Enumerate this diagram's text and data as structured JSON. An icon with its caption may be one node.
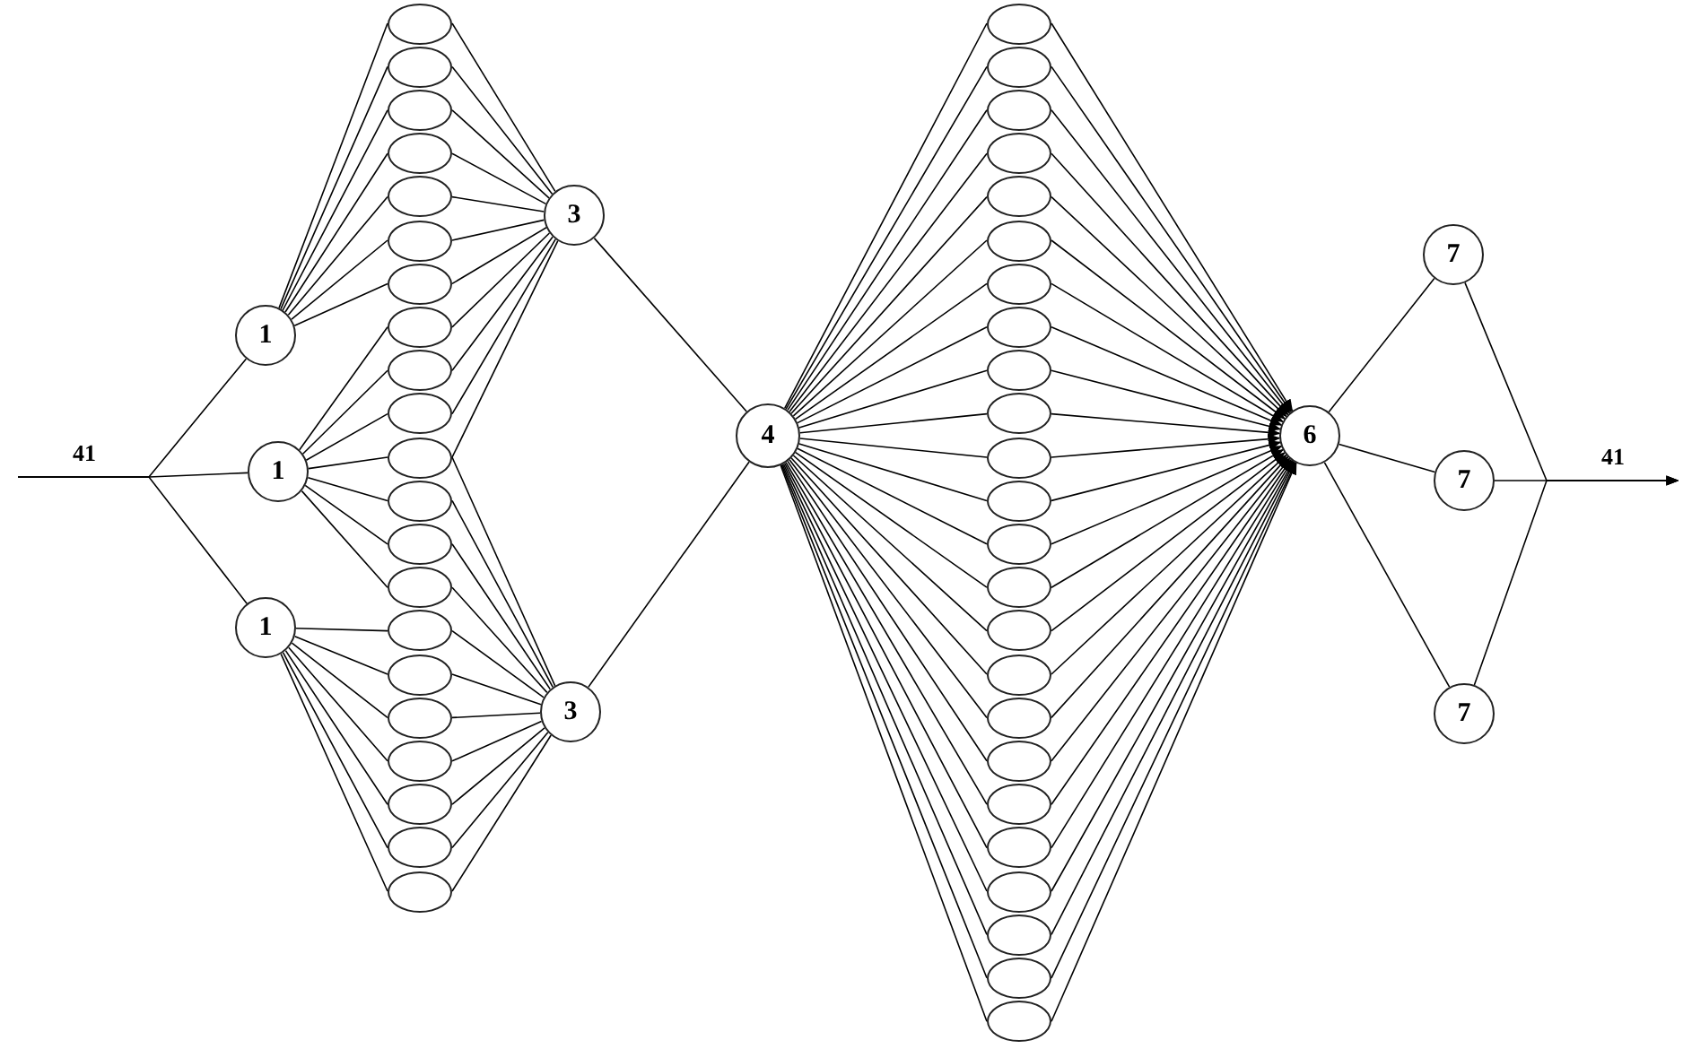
{
  "diagram": {
    "nodes": [
      {
        "text": [
          "1"
        ]
      },
      {
        "text": [
          "1"
        ]
      },
      {
        "text": [
          "1"
        ]
      },
      {
        "text": [],
        "shape": "ellipse"
      },
      {
        "text": [],
        "shape": "ellipse"
      },
      {
        "text": [],
        "shape": "ellipse"
      },
      {
        "text": [],
        "shape": "ellipse"
      },
      {
        "text": [],
        "shape": "ellipse"
      },
      {
        "text": [],
        "shape": "ellipse"
      },
      {
        "text": [],
        "shape": "ellipse"
      },
      {
        "text": [],
        "shape": "ellipse"
      },
      {
        "text": [],
        "shape": "ellipse"
      },
      {
        "text": [],
        "shape": "ellipse"
      },
      {
        "text": [],
        "shape": "ellipse"
      },
      {
        "text": [],
        "shape": "ellipse"
      },
      {
        "text": [],
        "shape": "ellipse"
      },
      {
        "text": [],
        "shape": "ellipse"
      },
      {
        "text": [],
        "shape": "ellipse"
      },
      {
        "text": [],
        "shape": "ellipse"
      },
      {
        "text": [],
        "shape": "ellipse"
      },
      {
        "text": [],
        "shape": "ellipse"
      },
      {
        "text": [],
        "shape": "ellipse"
      },
      {
        "text": [],
        "shape": "ellipse"
      },
      {
        "text": [],
        "shape": "ellipse"
      },
      {
        "text": [
          "3"
        ]
      },
      {
        "text": [
          "3"
        ]
      },
      {
        "text": [
          "4"
        ]
      },
      {
        "text": [],
        "shape": "ellipse"
      },
      {
        "text": [],
        "shape": "ellipse"
      },
      {
        "text": [],
        "shape": "ellipse"
      },
      {
        "text": [],
        "shape": "ellipse"
      },
      {
        "text": [],
        "shape": "ellipse"
      },
      {
        "text": [],
        "shape": "ellipse"
      },
      {
        "text": [],
        "shape": "ellipse"
      },
      {
        "text": [],
        "shape": "ellipse"
      },
      {
        "text": [],
        "shape": "ellipse"
      },
      {
        "text": [],
        "shape": "ellipse"
      },
      {
        "text": [],
        "shape": "ellipse"
      },
      {
        "text": [],
        "shape": "ellipse"
      },
      {
        "text": [],
        "shape": "ellipse"
      },
      {
        "text": [],
        "shape": "ellipse"
      },
      {
        "text": [],
        "shape": "ellipse"
      },
      {
        "text": [],
        "shape": "ellipse"
      },
      {
        "text": [],
        "shape": "ellipse"
      },
      {
        "text": [],
        "shape": "ellipse"
      },
      {
        "text": [],
        "shape": "ellipse"
      },
      {
        "text": [],
        "shape": "ellipse"
      },
      {
        "text": [],
        "shape": "ellipse"
      },
      {
        "text": [],
        "shape": "ellipse"
      },
      {
        "text": [],
        "shape": "ellipse"
      },
      {
        "text": [],
        "shape": "ellipse"
      },
      {
        "text": [
          "6"
        ]
      },
      {
        "text": [
          "7"
        ]
      },
      {
        "text": [
          "7"
        ]
      },
      {
        "text": [
          "7"
        ]
      }
    ],
    "edges": [
      {
        "from": null,
        "to": 0,
        "arrow": "none"
      },
      {
        "from": null,
        "to": 1,
        "arrow": "none",
        "label": "41"
      },
      {
        "from": null,
        "to": 2,
        "arrow": "none"
      },
      {
        "from": 0,
        "to": 3,
        "arrow": "none"
      },
      {
        "from": 0,
        "to": 4,
        "arrow": "none"
      },
      {
        "from": 0,
        "to": 5,
        "arrow": "none"
      },
      {
        "from": 0,
        "to": 6,
        "arrow": "none"
      },
      {
        "from": 0,
        "to": 7,
        "arrow": "none"
      },
      {
        "from": 0,
        "to": 8,
        "arrow": "none"
      },
      {
        "from": 0,
        "to": 9,
        "arrow": "none"
      },
      {
        "from": 1,
        "to": 10,
        "arrow": "none"
      },
      {
        "from": 1,
        "to": 11,
        "arrow": "none"
      },
      {
        "from": 1,
        "to": 12,
        "arrow": "none"
      },
      {
        "from": 1,
        "to": 13,
        "arrow": "none"
      },
      {
        "from": 1,
        "to": 14,
        "arrow": "none"
      },
      {
        "from": 1,
        "to": 15,
        "arrow": "none"
      },
      {
        "from": 1,
        "to": 16,
        "arrow": "none"
      },
      {
        "from": 2,
        "to": 17,
        "arrow": "none"
      },
      {
        "from": 2,
        "to": 18,
        "arrow": "none"
      },
      {
        "from": 2,
        "to": 19,
        "arrow": "none"
      },
      {
        "from": 2,
        "to": 20,
        "arrow": "none"
      },
      {
        "from": 2,
        "to": 21,
        "arrow": "none"
      },
      {
        "from": 2,
        "to": 22,
        "arrow": "none"
      },
      {
        "from": 2,
        "to": 23,
        "arrow": "none"
      },
      {
        "from": 3,
        "to": 24,
        "arrow": "none"
      },
      {
        "from": 4,
        "to": 24,
        "arrow": "none"
      },
      {
        "from": 5,
        "to": 24,
        "arrow": "none"
      },
      {
        "from": 6,
        "to": 24,
        "arrow": "none"
      },
      {
        "from": 7,
        "to": 24,
        "arrow": "none"
      },
      {
        "from": 8,
        "to": 24,
        "arrow": "none"
      },
      {
        "from": 9,
        "to": 24,
        "arrow": "none"
      },
      {
        "from": 10,
        "to": 24,
        "arrow": "none"
      },
      {
        "from": 11,
        "to": 24,
        "arrow": "none"
      },
      {
        "from": 12,
        "to": 24,
        "arrow": "none"
      },
      {
        "from": 13,
        "to": 24,
        "arrow": "none"
      },
      {
        "from": 13,
        "to": 25,
        "arrow": "none"
      },
      {
        "from": 14,
        "to": 25,
        "arrow": "none"
      },
      {
        "from": 15,
        "to": 25,
        "arrow": "none"
      },
      {
        "from": 16,
        "to": 25,
        "arrow": "none"
      },
      {
        "from": 17,
        "to": 25,
        "arrow": "none"
      },
      {
        "from": 18,
        "to": 25,
        "arrow": "none"
      },
      {
        "from": 19,
        "to": 25,
        "arrow": "none"
      },
      {
        "from": 20,
        "to": 25,
        "arrow": "none"
      },
      {
        "from": 21,
        "to": 25,
        "arrow": "none"
      },
      {
        "from": 22,
        "to": 25,
        "arrow": "none"
      },
      {
        "from": 23,
        "to": 25,
        "arrow": "none"
      },
      {
        "from": 24,
        "to": 26,
        "arrow": "none"
      },
      {
        "from": 25,
        "to": 26,
        "arrow": "none"
      },
      {
        "from": 26,
        "to": 27,
        "arrow": "none"
      },
      {
        "from": 26,
        "to": 28,
        "arrow": "none"
      },
      {
        "from": 26,
        "to": 29,
        "arrow": "none"
      },
      {
        "from": 26,
        "to": 30,
        "arrow": "none"
      },
      {
        "from": 26,
        "to": 31,
        "arrow": "none"
      },
      {
        "from": 26,
        "to": 32,
        "arrow": "none"
      },
      {
        "from": 26,
        "to": 33,
        "arrow": "none"
      },
      {
        "from": 26,
        "to": 34,
        "arrow": "none"
      },
      {
        "from": 26,
        "to": 35,
        "arrow": "none"
      },
      {
        "from": 26,
        "to": 36,
        "arrow": "none"
      },
      {
        "from": 26,
        "to": 37,
        "arrow": "none"
      },
      {
        "from": 26,
        "to": 38,
        "arrow": "none"
      },
      {
        "from": 26,
        "to": 39,
        "arrow": "none"
      },
      {
        "from": 26,
        "to": 40,
        "arrow": "none"
      },
      {
        "from": 26,
        "to": 41,
        "arrow": "none"
      },
      {
        "from": 26,
        "to": 42,
        "arrow": "none"
      },
      {
        "from": 26,
        "to": 43,
        "arrow": "none"
      },
      {
        "from": 26,
        "to": 44,
        "arrow": "none"
      },
      {
        "from": 26,
        "to": 45,
        "arrow": "none"
      },
      {
        "from": 26,
        "to": 46,
        "arrow": "none"
      },
      {
        "from": 26,
        "to": 47,
        "arrow": "none"
      },
      {
        "from": 26,
        "to": 48,
        "arrow": "none"
      },
      {
        "from": 26,
        "to": 49,
        "arrow": "none"
      },
      {
        "from": 26,
        "to": 50,
        "arrow": "none"
      },
      {
        "from": 27,
        "to": 51,
        "arrow": "to"
      },
      {
        "from": 28,
        "to": 51,
        "arrow": "to"
      },
      {
        "from": 29,
        "to": 51,
        "arrow": "to"
      },
      {
        "from": 30,
        "to": 51,
        "arrow": "to"
      },
      {
        "from": 31,
        "to": 51,
        "arrow": "to"
      },
      {
        "from": 32,
        "to": 51,
        "arrow": "to"
      },
      {
        "from": 33,
        "to": 51,
        "arrow": "to"
      },
      {
        "from": 34,
        "to": 51,
        "arrow": "to"
      },
      {
        "from": 35,
        "to": 51,
        "arrow": "to"
      },
      {
        "from": 36,
        "to": 51,
        "arrow": "to"
      },
      {
        "from": 37,
        "to": 51,
        "arrow": "to"
      },
      {
        "from": 38,
        "to": 51,
        "arrow": "to"
      },
      {
        "from": 39,
        "to": 51,
        "arrow": "to"
      },
      {
        "from": 40,
        "to": 51,
        "arrow": "to"
      },
      {
        "from": 41,
        "to": 51,
        "arrow": "to"
      },
      {
        "from": 42,
        "to": 51,
        "arrow": "to"
      },
      {
        "from": 43,
        "to": 51,
        "arrow": "to"
      },
      {
        "from": 44,
        "to": 51,
        "arrow": "to"
      },
      {
        "from": 45,
        "to": 51,
        "arrow": "to"
      },
      {
        "from": 46,
        "to": 51,
        "arrow": "to"
      },
      {
        "from": 47,
        "to": 51,
        "arrow": "to"
      },
      {
        "from": 48,
        "to": 51,
        "arrow": "to"
      },
      {
        "from": 49,
        "to": 51,
        "arrow": "to"
      },
      {
        "from": 50,
        "to": 51,
        "arrow": "to"
      },
      {
        "from": 51,
        "to": 52,
        "arrow": "none"
      },
      {
        "from": 51,
        "to": 53,
        "arrow": "none"
      },
      {
        "from": 51,
        "to": 54,
        "arrow": "none"
      },
      {
        "from": 52,
        "to": null,
        "arrow": "to"
      },
      {
        "from": 53,
        "to": null,
        "arrow": "to",
        "label": "41"
      },
      {
        "from": 54,
        "to": null,
        "arrow": "to"
      }
    ]
  }
}
